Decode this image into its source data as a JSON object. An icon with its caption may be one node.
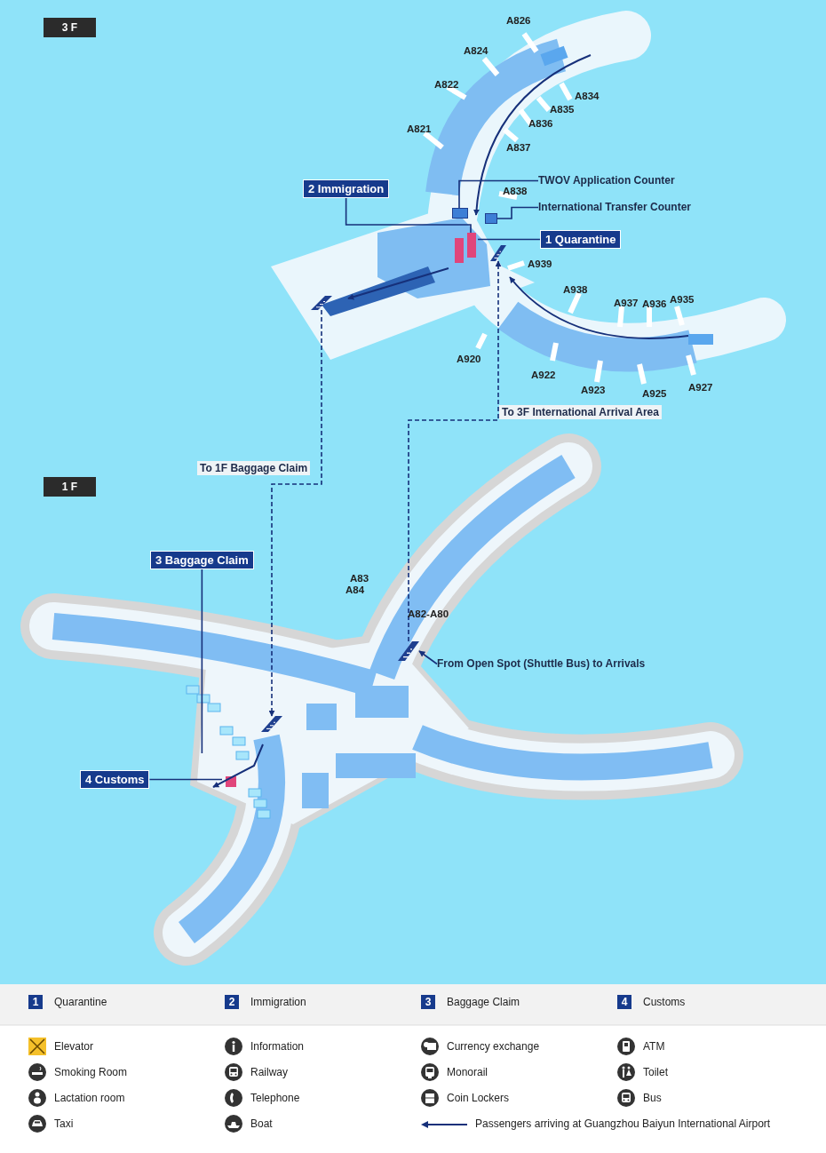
{
  "diagram": {
    "nodes": [
      {
        "text": [
          "1 Quarantine"
        ]
      },
      {
        "text": [
          "2 Immigration"
        ]
      },
      {
        "text": [
          "TWOV Application Counter"
        ]
      },
      {
        "text": [
          "International Transfer Counter"
        ]
      },
      {
        "text": [
          "3 Baggage Claim"
        ]
      },
      {
        "text": [
          "4 Customs"
        ]
      },
      {
        "text": [
          "From Open Spot (Shuttle Bus) to Arrivals"
        ]
      },
      {
        "text": [],
        "shape": "picture"
      },
      {
        "text": [],
        "shape": "picture"
      },
      {
        "text": [],
        "shape": "picture"
      },
      {
        "text": [],
        "shape": "picture"
      },
      {
        "text": [],
        "shape": "box"
      },
      {
        "text": [],
        "shape": "box"
      },
      {
        "text": [],
        "shape": "box"
      }
    ],
    "edges": [
      {
        "from": 0,
        "to": 11,
        "arrow": "none"
      },
      {
        "from": 1,
        "to": 11,
        "arrow": "none"
      },
      {
        "from": 2,
        "to": 12,
        "arrow": "none"
      },
      {
        "from": 3,
        "to": 13,
        "arrow": "none"
      },
      {
        "from": 4,
        "to": null,
        "arrow": "none"
      },
      {
        "from": 5,
        "to": null,
        "arrow": "none"
      },
      {
        "from": 7,
        "to": 9,
        "arrow": "to",
        "style": "dashed",
        "label": "To 1F Baggage Claim"
      },
      {
        "from": 10,
        "to": 8,
        "arrow": "to",
        "style": "dashed",
        "label": "To 3F International Arrival Area"
      },
      {
        "from": 6,
        "to": 10,
        "arrow": "to"
      }
    ],
    "labels": [
      "3 F",
      "A826",
      "A824",
      "A822",
      "A821",
      "A834",
      "A835",
      "A836",
      "A837",
      "A838",
      "A939",
      "A938",
      "A937",
      "A936",
      "A935",
      "A920",
      "A922",
      "A923",
      "A925",
      "A927",
      "1 F",
      "A83",
      "A84",
      "A82-A80",
      "1",
      "2",
      "3",
      "4"
    ],
    "legend": [
      {
        "text": "Quarantine",
        "color": "#163a8c"
      },
      {
        "text": "Immigration",
        "color": "#163a8c"
      },
      {
        "text": "Baggage Claim",
        "color": "#163a8c"
      },
      {
        "text": "Customs",
        "color": "#163a8c"
      },
      {
        "text": "Elevator"
      },
      {
        "text": "Information"
      },
      {
        "text": "Currency exchange"
      },
      {
        "text": "ATM"
      },
      {
        "text": "Smoking Room"
      },
      {
        "text": "Railway"
      },
      {
        "text": "Monorail"
      },
      {
        "text": "Toilet"
      },
      {
        "text": "Lactation room"
      },
      {
        "text": "Telephone"
      },
      {
        "text": "Coin Lockers"
      },
      {
        "text": "Bus"
      },
      {
        "text": "Taxi"
      },
      {
        "text": "Boat"
      },
      {
        "text": "Passengers arriving at Guangzhou Baiyun International Airport"
      }
    ]
  }
}
